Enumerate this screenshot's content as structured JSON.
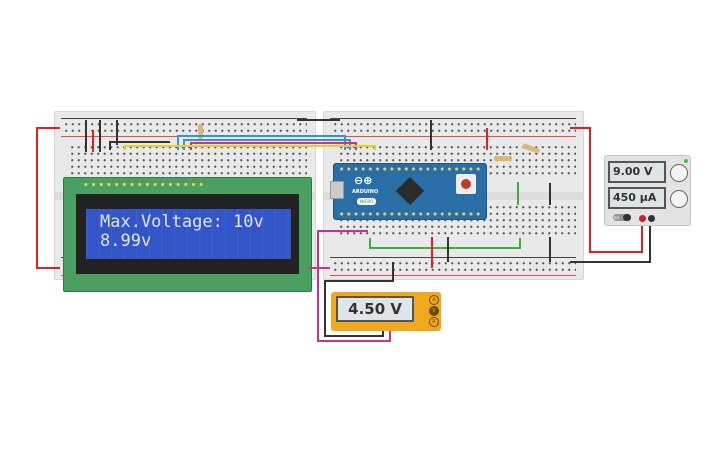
{
  "lcd": {
    "line1": "Max.Voltage: 10v",
    "line2": "8.99v"
  },
  "arduino": {
    "brand": "ARDUINO",
    "model": "MICRO"
  },
  "multimeter": {
    "reading": "4.50 V",
    "modes": [
      "A",
      "V",
      "R"
    ],
    "selected_mode": "V"
  },
  "power_supply": {
    "voltage": "9.00 V",
    "current": "450 µA",
    "switch_label": "on"
  },
  "colors": {
    "wire_red": "#e02020",
    "wire_black": "#333333",
    "wire_magenta": "#d0308a",
    "wire_green": "#3ab03a",
    "wire_blue": "#3a8fd8",
    "wire_yellow": "#e8d020",
    "lcd_screen": "#3355c8",
    "arduino_board": "#2a6ea6",
    "multimeter_body": "#f2a81d"
  }
}
